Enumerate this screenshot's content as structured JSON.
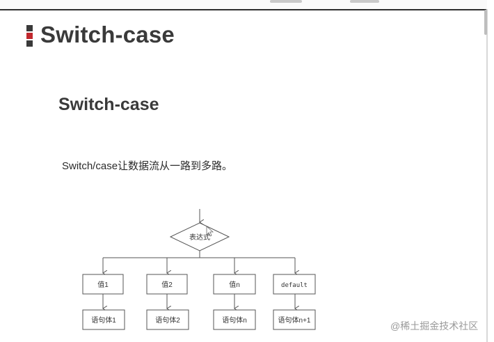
{
  "slide": {
    "title": "Switch-case",
    "subtitle": "Switch-case",
    "description": "Switch/case让数据流从一路到多路。"
  },
  "flowchart": {
    "decision": "表达式",
    "cases": [
      {
        "value": "值1",
        "body": "语句体1"
      },
      {
        "value": "值2",
        "body": "语句体2"
      },
      {
        "value": "值n",
        "body": "语句体n"
      },
      {
        "value": "default",
        "body": "语句体n+1"
      }
    ]
  },
  "watermark": "@稀土掘金技术社区",
  "colors": {
    "accent_red": "#c0282d",
    "accent_dark": "#3a3a3a",
    "line": "#555555"
  }
}
